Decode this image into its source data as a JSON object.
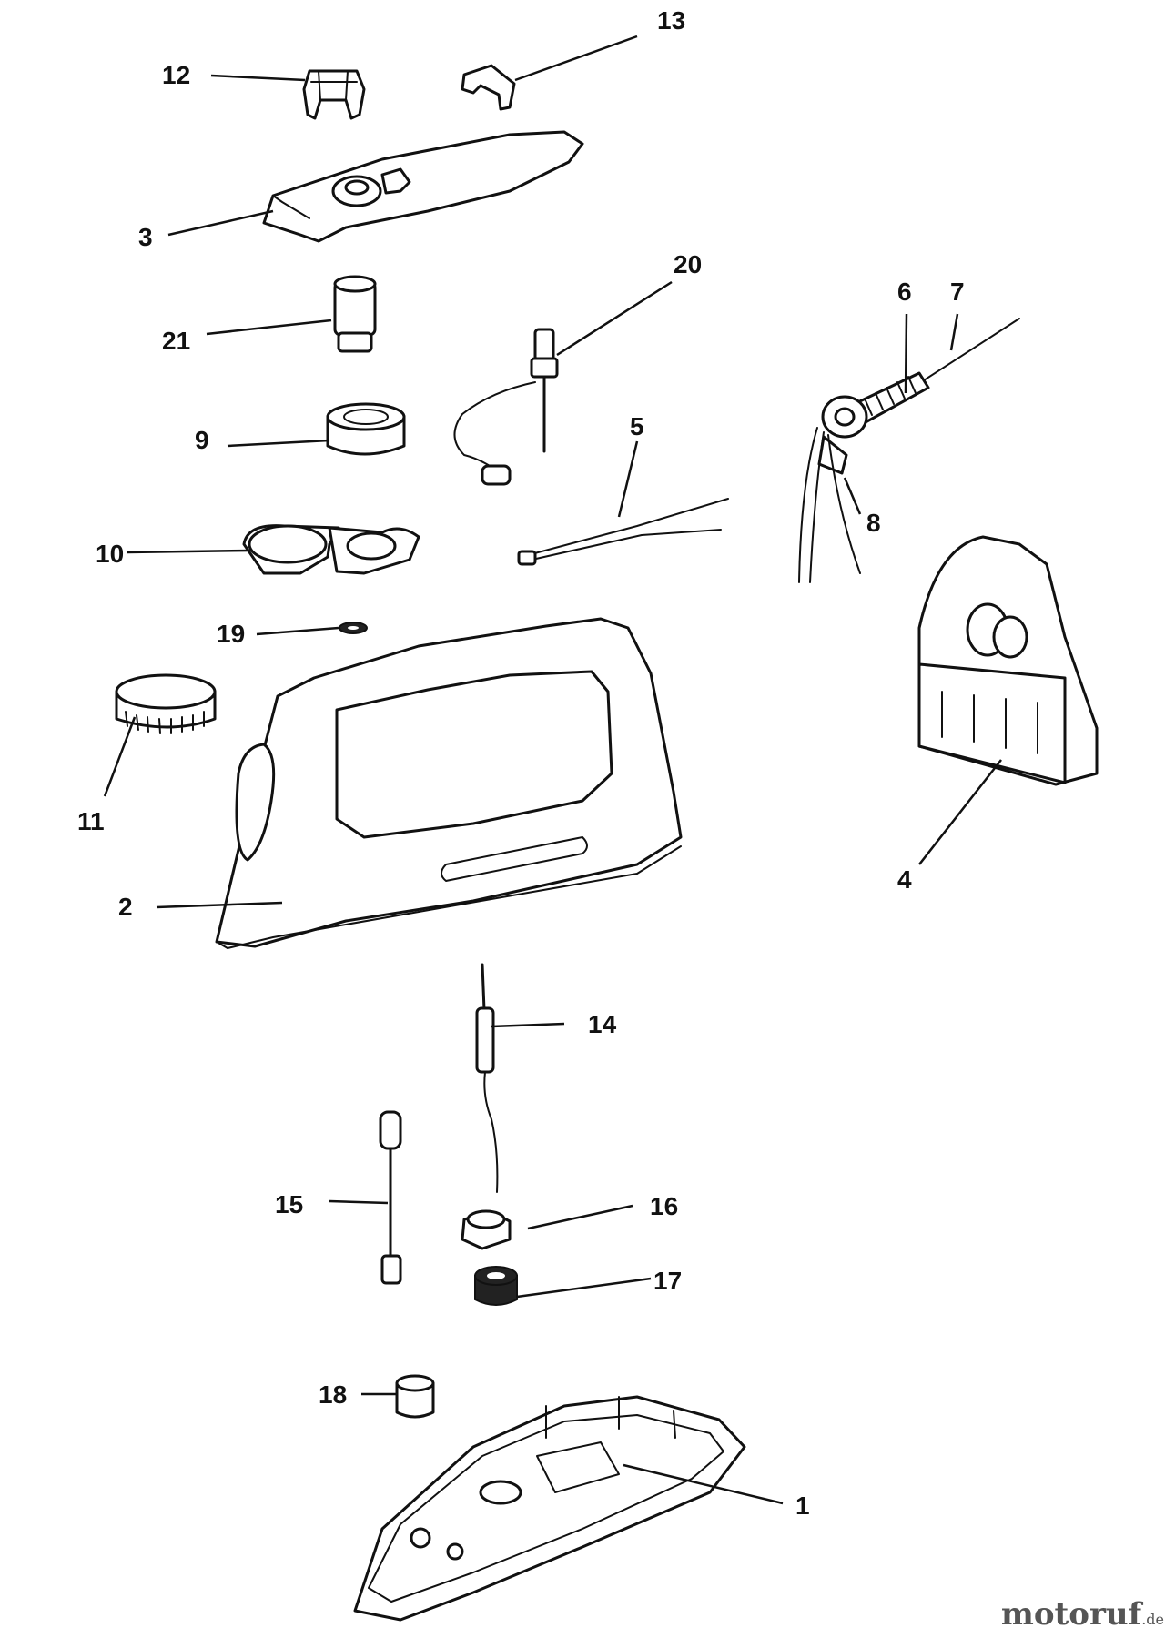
{
  "callouts": [
    "1",
    "2",
    "3",
    "4",
    "5",
    "6",
    "7",
    "8",
    "9",
    "10",
    "11",
    "12",
    "13",
    "14",
    "15",
    "16",
    "17",
    "18",
    "19",
    "20",
    "21"
  ],
  "watermark": {
    "name": "motoruf",
    "tld": ".de"
  },
  "colors": {
    "ink": "#111111",
    "background": "#ffffff",
    "watermark": "#555555"
  }
}
